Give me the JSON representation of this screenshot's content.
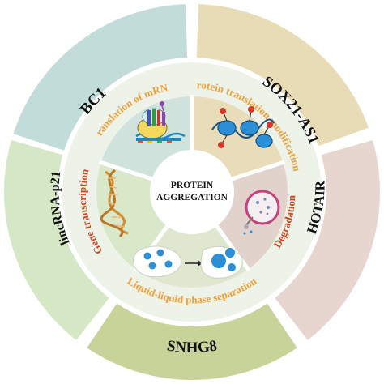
{
  "center": {
    "line1": "PROTEIN",
    "line2": "AGGREGATION"
  },
  "outer_ring": [
    {
      "label": "BC1",
      "color": "#c2ddd9"
    },
    {
      "label": "SOX21-AS1",
      "color": "#e8dcb6"
    },
    {
      "label": "HOTAIR",
      "color": "#e6d6cf"
    },
    {
      "label": "SNHG8",
      "color": "#c8d39a"
    },
    {
      "label": "lincRNA-p21",
      "color": "#d6e7c6"
    }
  ],
  "middle_ring": {
    "fill": "#eef3ea",
    "label_color": "#f0a03a",
    "labels": [
      {
        "text": "Translation of mRNA",
        "color": "#f0a03a"
      },
      {
        "text": "Protein translation modifications",
        "color": "#f0a03a"
      },
      {
        "text": "Degradation",
        "color": "#d2461f"
      },
      {
        "text": "Liquid-liquid phase separation",
        "color": "#f0a03a"
      },
      {
        "text": "Gene transcription",
        "color": "#d2461f"
      }
    ]
  },
  "inner_sectors": [
    {
      "name": "translation",
      "color": "#cfe3dc",
      "icon": "ribosome-icon"
    },
    {
      "name": "modification",
      "color": "#e9dcb8",
      "icon": "nucleosome-icon"
    },
    {
      "name": "degradation",
      "color": "#e2d2cc",
      "icon": "lysosome-icon"
    },
    {
      "name": "phase-separation",
      "color": "#dfe7cf",
      "icon": "droplet-fusion-icon"
    },
    {
      "name": "transcription",
      "color": "#d9e8c9",
      "icon": "dna-helix-icon"
    }
  ]
}
